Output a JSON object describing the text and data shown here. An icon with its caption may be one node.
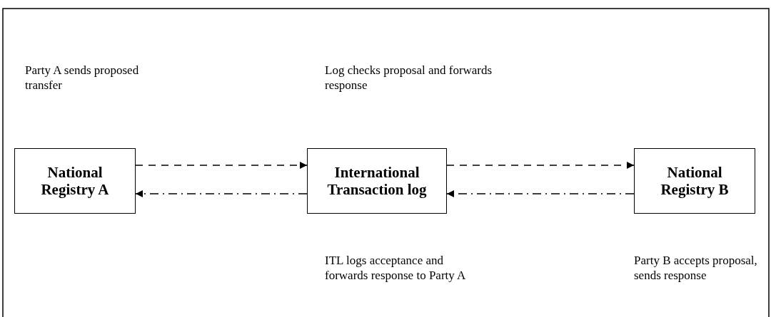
{
  "diagram": {
    "nodes": [
      {
        "text": [
          "National Registry A"
        ]
      },
      {
        "text": [
          "International Transaction log"
        ]
      },
      {
        "text": [
          "National Registry B"
        ]
      }
    ],
    "edges": [
      {
        "from": 0,
        "to": 1,
        "arrow": "to",
        "style": "dashed"
      },
      {
        "from": 1,
        "to": 2,
        "arrow": "to",
        "style": "dashed"
      },
      {
        "from": 1,
        "to": 0,
        "arrow": "to",
        "style": "dashed"
      },
      {
        "from": 2,
        "to": 1,
        "arrow": "to",
        "style": "dashed"
      }
    ],
    "labels": [
      "Party A sends proposed transfer",
      "Log checks proposal and forwards response",
      "ITL logs acceptance and forwards response to Party A",
      "Party B accepts proposal, sends response"
    ]
  }
}
